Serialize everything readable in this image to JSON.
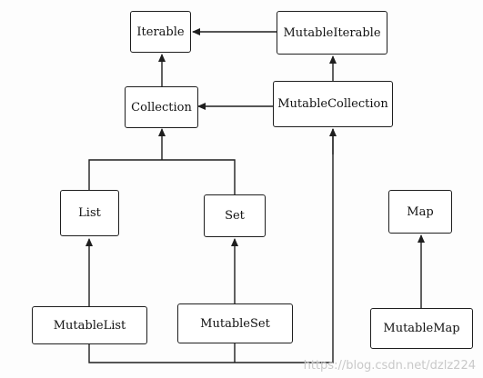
{
  "diagram": {
    "nodes": {
      "iterable": "Iterable",
      "mutable_iterable": "MutableIterable",
      "collection": "Collection",
      "mutable_collection": "MutableCollection",
      "list": "List",
      "set": "Set",
      "map": "Map",
      "mutable_list": "MutableList",
      "mutable_set": "MutableSet",
      "mutable_map": "MutableMap"
    }
  },
  "watermark": "https://blog.csdn.net/dzlz224"
}
